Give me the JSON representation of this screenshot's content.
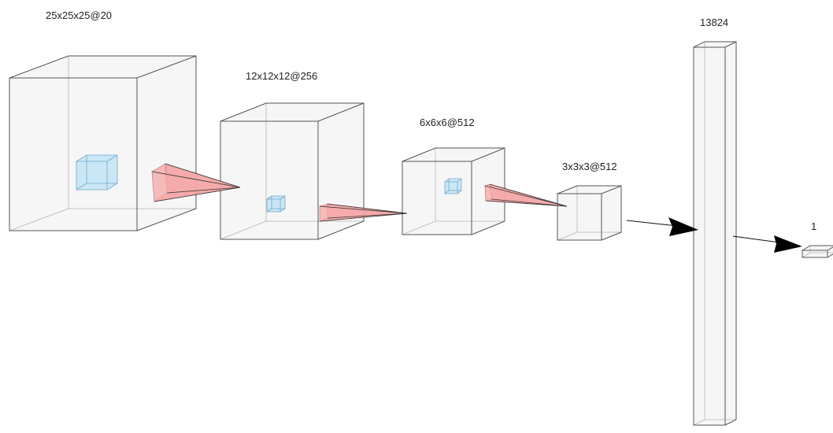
{
  "layers": [
    {
      "id": "layer-1",
      "label": "25x25x25@20"
    },
    {
      "id": "layer-2",
      "label": "12x12x12@256"
    },
    {
      "id": "layer-3",
      "label": "6x6x6@512"
    },
    {
      "id": "layer-4",
      "label": "3x3x3@512"
    },
    {
      "id": "dense",
      "label": "13824"
    },
    {
      "id": "output",
      "label": "1"
    }
  ],
  "colors": {
    "block_face": "#e6e6e6",
    "block_edge": "#555555",
    "kernel": "#bfe3f5",
    "projection": "#f4a5a5",
    "arrow": "#000000"
  }
}
